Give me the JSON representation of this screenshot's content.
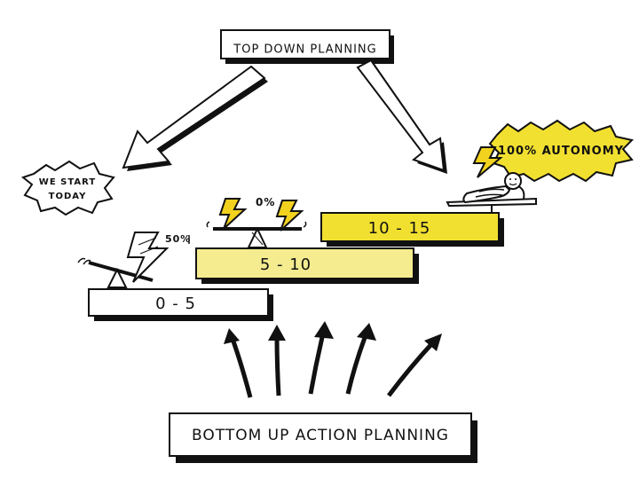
{
  "top_label": "TOP DOWN PLANNING",
  "bottom_label": "BOTTOM UP ACTION PLANNING",
  "start_bubble": {
    "line1": "WE START",
    "line2": "TODAY"
  },
  "autonomy_bubble": "100% AUTONOMY",
  "steps": [
    {
      "label": "0 - 5",
      "fill": "#ffffff"
    },
    {
      "label": "5 - 10",
      "fill": "#f4ec8f"
    },
    {
      "label": "10 - 15",
      "fill": "#f2e030"
    }
  ],
  "seesaw_levels": {
    "left": "50%",
    "middle": "0%"
  },
  "colors": {
    "ink": "#111111",
    "lightning": "#f2d21e",
    "burst": "#f2e030"
  },
  "icons": [
    "arrow-down-left-icon",
    "arrow-down-right-icon",
    "lightning-icon",
    "seesaw-icon",
    "person-reclining-icon",
    "arrow-up-icon"
  ]
}
